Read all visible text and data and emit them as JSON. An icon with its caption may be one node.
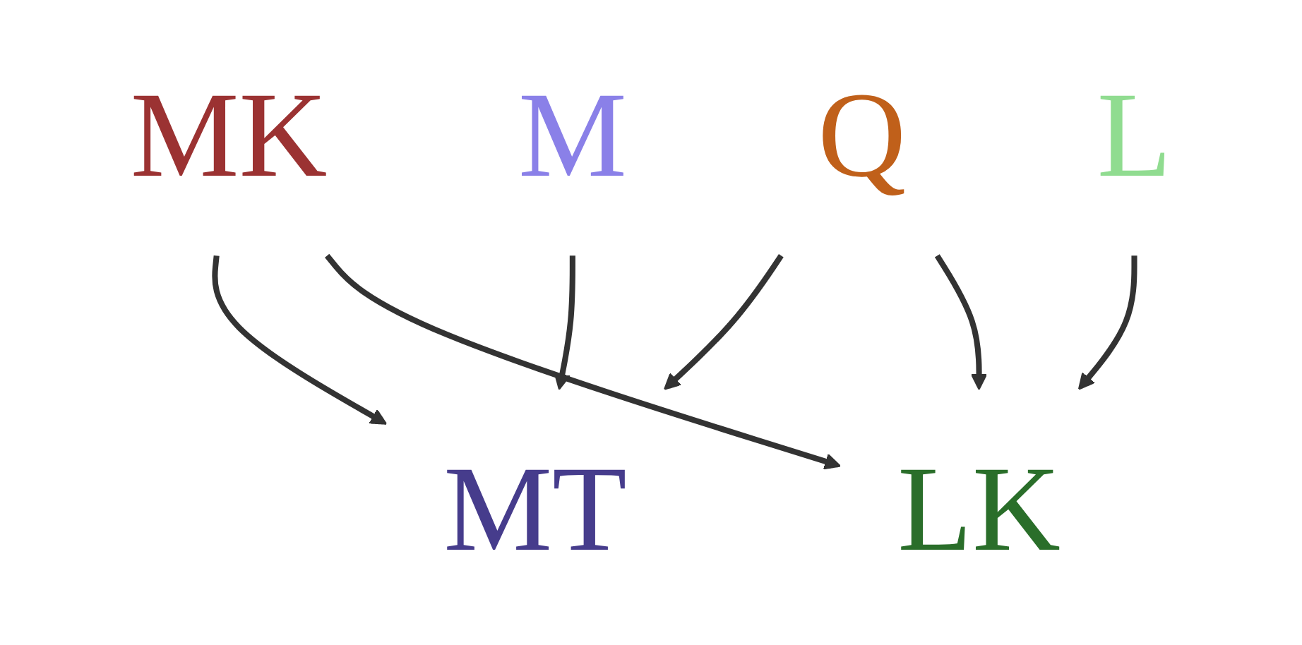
{
  "diagram": {
    "nodes": [
      {
        "text": [
          "MK"
        ]
      },
      {
        "text": [
          "Q"
        ]
      },
      {
        "text": [
          "M"
        ]
      },
      {
        "text": [
          "L"
        ]
      },
      {
        "text": [
          "MT"
        ]
      },
      {
        "text": [
          "LK"
        ]
      }
    ],
    "edges": [
      {
        "from": 0,
        "to": 4,
        "arrow": "to"
      },
      {
        "from": 0,
        "to": 5,
        "arrow": "to"
      },
      {
        "from": 1,
        "to": 4,
        "arrow": "to"
      },
      {
        "from": 1,
        "to": 5,
        "arrow": "to"
      },
      {
        "from": 2,
        "to": 4,
        "arrow": "to"
      },
      {
        "from": 3,
        "to": 5,
        "arrow": "to"
      }
    ]
  }
}
